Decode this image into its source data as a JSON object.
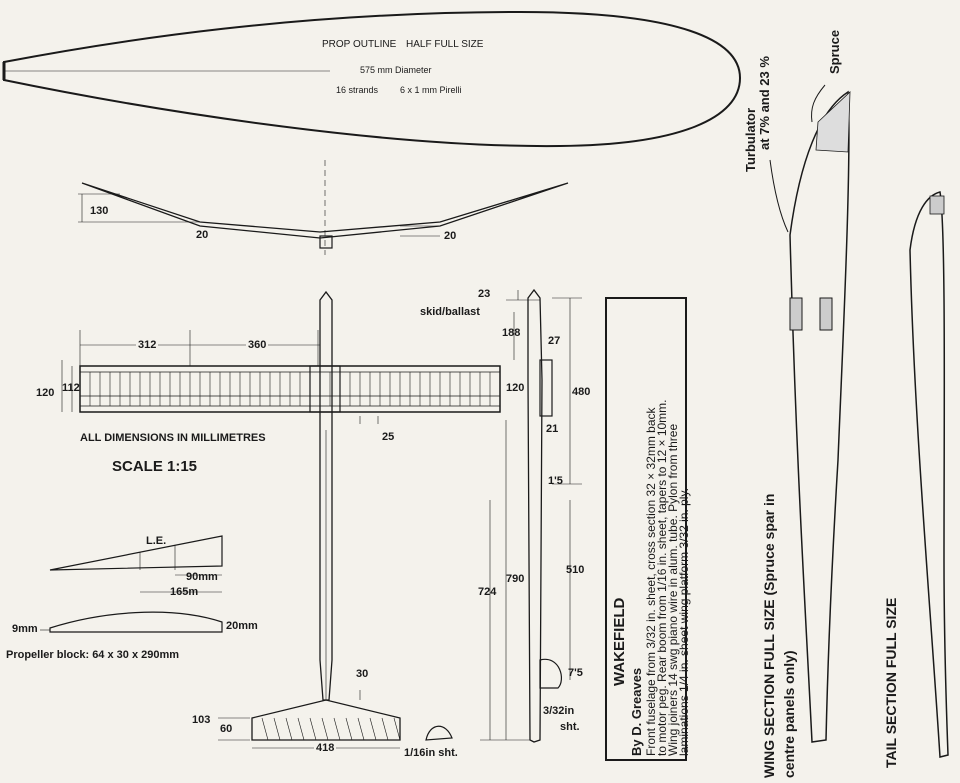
{
  "prop": {
    "title_left": "PROP OUTLINE",
    "title_right": "HALF FULL SIZE",
    "diameter": "575 mm Diameter",
    "strands": "16 strands",
    "rubber": "6 x 1 mm  Pirelli"
  },
  "front_view": {
    "dim_130": "130",
    "dim_20_left": "20",
    "dim_20_right": "20"
  },
  "plan_view": {
    "dim_312": "312",
    "dim_360": "360",
    "dim_120": "120",
    "dim_112": "112",
    "dim_25": "25",
    "all_dimensions": "ALL DIMENSIONS IN MILLIMETRES",
    "scale": "SCALE 1:15"
  },
  "side_view": {
    "dim_23": "23",
    "skid_ballast": "skid/ballast",
    "dim_188": "188",
    "dim_27": "27",
    "dim_120": "120",
    "dim_480": "480",
    "dim_21": "21",
    "dim_1_5": "1'5",
    "dim_510": "510",
    "dim_790": "790",
    "dim_724": "724",
    "dim_7_5": "7'5",
    "sht_3_32": "3/32in",
    "sht_word": "sht."
  },
  "tail_view": {
    "dim_30": "30",
    "dim_103": "103",
    "dim_60": "60",
    "dim_418": "418",
    "sht_1_16": "1/16in sht."
  },
  "prop_block": {
    "le": "L.E.",
    "dim_90": "90mm",
    "dim_165": "165m",
    "dim_9": "9mm",
    "dim_20": "20mm",
    "caption": "Propeller block: 64 x 30 x 290mm"
  },
  "info_box": {
    "title": "WAKEFIELD",
    "author": "By D. Greaves",
    "line1": "Front fuselage from 3/32 in. sheet, cross section 32 × 32mm back",
    "line2": "to motor peg. Rear boom from 1/16 in. sheet, tapers to 12 × 10mm.",
    "line3": "Wing joiners 14 swg piano wire in alum. tube. Pylon from three",
    "line4": "laminations 1/4 in. sheet wing platform 3/32 in. ply."
  },
  "wing_section": {
    "turbulator": "Turbulator",
    "turbulator_at": "at 7% and 23 %",
    "spruce": "Spruce",
    "title": "WING SECTION FULL SIZE (Spruce spar in",
    "title2": "centre panels only)"
  },
  "tail_section": {
    "title": "TAIL SECTION FULL SIZE"
  }
}
